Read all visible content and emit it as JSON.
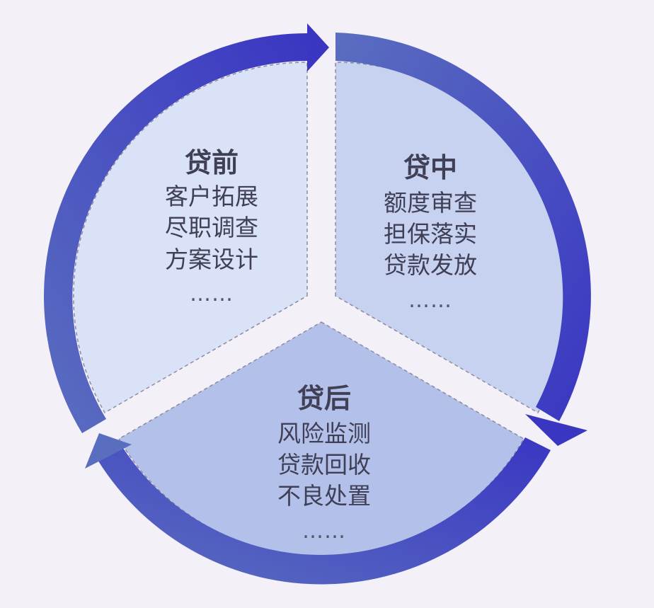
{
  "colors": {
    "background": "#f3f0f7",
    "arrow_light": "#5a6ec0",
    "arrow_dark": "#3a36c2",
    "segment_pre": "#dae2f8",
    "segment_mid": "#c7d2f1",
    "segment_post": "#b3c0ea",
    "text": "#3f3f55"
  },
  "segments": {
    "pre": {
      "title": "贷前",
      "items": [
        "客户拓展",
        "尽职调查",
        "方案设计"
      ],
      "ellipsis": "……"
    },
    "mid": {
      "title": "贷中",
      "items": [
        "额度审查",
        "担保落实",
        "贷款发放"
      ],
      "ellipsis": "……"
    },
    "post": {
      "title": "贷后",
      "items": [
        "风险监测",
        "贷款回收",
        "不良处置"
      ],
      "ellipsis": "……"
    }
  }
}
